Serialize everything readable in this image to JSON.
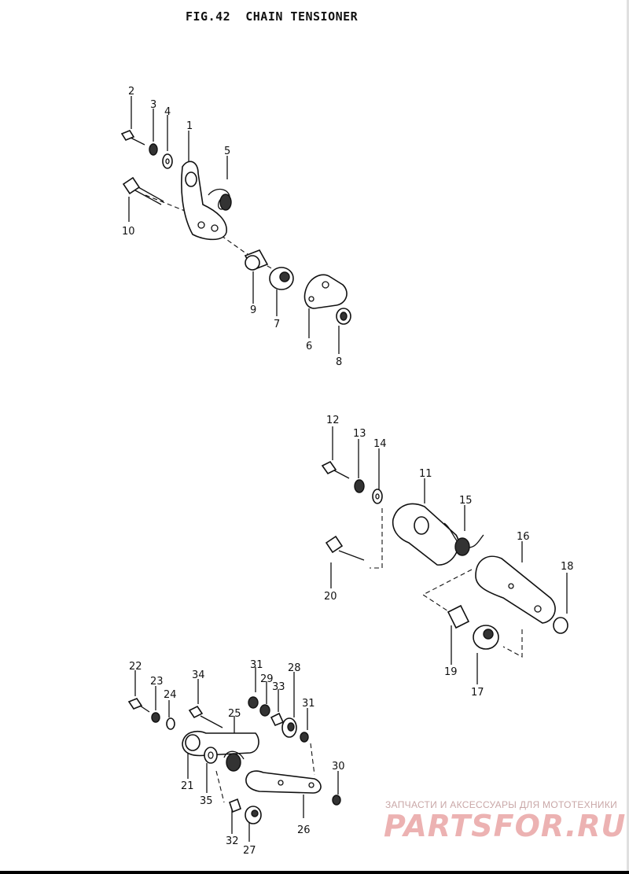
{
  "figure": {
    "title": "FIG.42  CHAIN TENSIONER"
  },
  "diagram": {
    "callouts": [
      "1",
      "2",
      "3",
      "4",
      "5",
      "6",
      "7",
      "8",
      "9",
      "10",
      "11",
      "12",
      "13",
      "14",
      "15",
      "16",
      "17",
      "18",
      "19",
      "20",
      "21",
      "22",
      "23",
      "24",
      "25",
      "26",
      "27",
      "28",
      "29",
      "30",
      "31",
      "32",
      "33",
      "34",
      "35",
      "31"
    ]
  },
  "watermark": {
    "caption": "ЗАПЧАСТИ И АКСЕССУАРЫ ДЛЯ МОТОТЕХНИКИ",
    "logo": "PARTSFOR.RU",
    "color": "#e8a0a0"
  }
}
